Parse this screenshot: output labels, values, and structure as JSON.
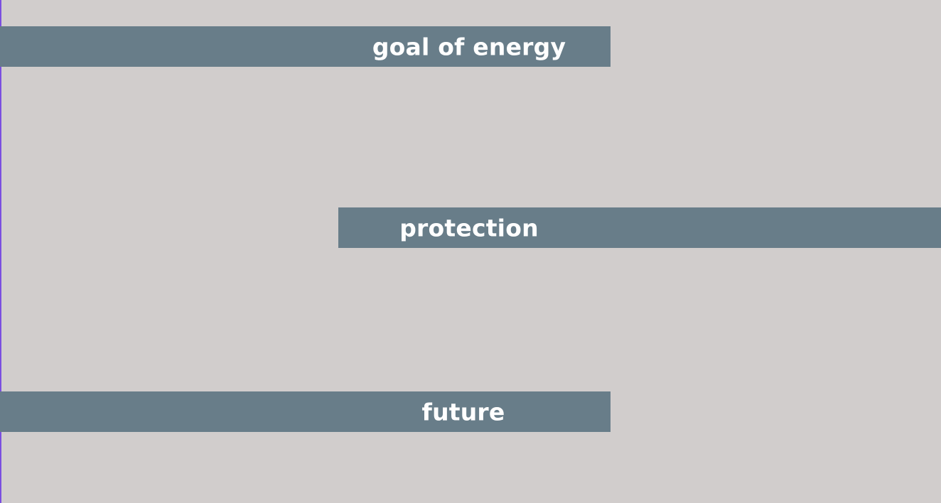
{
  "colors": {
    "background": "#d1cdcc",
    "banner": "#687d89",
    "banner_text": "#ffffff",
    "left_edge_line": "#7b4fe0"
  },
  "banners": [
    {
      "label": "goal of energy"
    },
    {
      "label": "protection"
    },
    {
      "label": "future"
    }
  ]
}
